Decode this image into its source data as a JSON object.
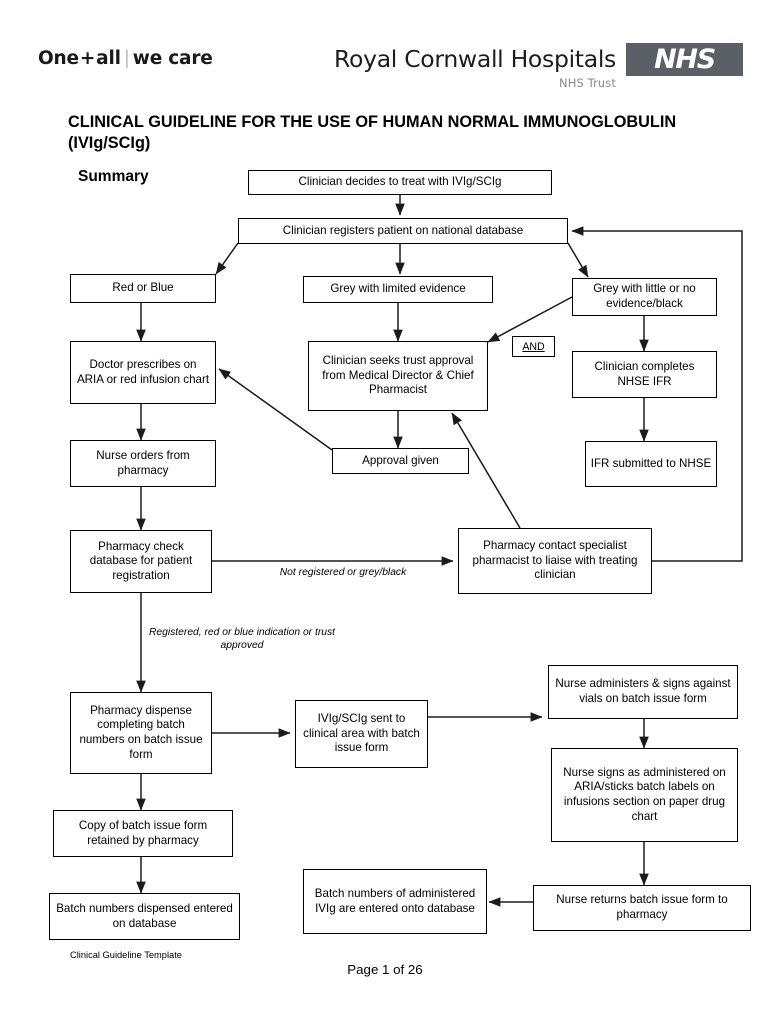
{
  "header": {
    "strapline_part1": "One",
    "strapline_plus": "+",
    "strapline_part2": "all",
    "strapline_sep": "|",
    "strapline_part3": "we care",
    "trust_name": "Royal Cornwall Hospitals",
    "trust_sub": "NHS Trust",
    "nhs_logo_text": "NHS",
    "nhs_logo_color": "#5a6066"
  },
  "document": {
    "title": "CLINICAL GUIDELINE FOR THE USE OF HUMAN NORMAL IMMUNOGLOBULIN (IVIg/SCIg)",
    "section_heading": "Summary"
  },
  "flowchart": {
    "type": "process-flow",
    "nodes": [
      {
        "id": "n1",
        "label": "Clinician decides to treat with IVIg/SCIg"
      },
      {
        "id": "n2",
        "label": "Clinician registers patient on national database"
      },
      {
        "id": "n3",
        "label": "Red or Blue"
      },
      {
        "id": "n4",
        "label": "Grey with limited evidence"
      },
      {
        "id": "n5",
        "label": "Grey with little or no evidence/black"
      },
      {
        "id": "n6",
        "label": "Doctor prescribes on ARIA or red infusion chart"
      },
      {
        "id": "n7",
        "label": "Clinician seeks trust approval from Medical Director & Chief Pharmacist"
      },
      {
        "id": "n8",
        "label": "Clinician completes NHSE IFR"
      },
      {
        "id": "n9",
        "label": "Nurse orders from pharmacy"
      },
      {
        "id": "n10",
        "label": "Approval given"
      },
      {
        "id": "n11",
        "label": "IFR submitted to NHSE"
      },
      {
        "id": "n12",
        "label": "Pharmacy check database for patient registration"
      },
      {
        "id": "n13",
        "label": "Pharmacy contact specialist pharmacist to liaise with treating clinician"
      },
      {
        "id": "n14",
        "label": "Pharmacy dispense completing batch numbers on batch issue form"
      },
      {
        "id": "n15",
        "label": "IVIg/SCIg sent to clinical area with batch issue form"
      },
      {
        "id": "n16",
        "label": "Nurse administers & signs against vials on batch issue form"
      },
      {
        "id": "n17",
        "label": "Nurse signs as administered on ARIA/sticks batch labels on infusions section on paper drug chart"
      },
      {
        "id": "n18",
        "label": "Copy of batch issue form retained by pharmacy"
      },
      {
        "id": "n19",
        "label": "Nurse returns batch issue form to pharmacy"
      },
      {
        "id": "n20",
        "label": "Batch numbers dispensed entered on database"
      },
      {
        "id": "n21",
        "label": "Batch numbers of administered IVIg are entered onto database"
      }
    ],
    "connector_label": "AND",
    "edge_labels": [
      {
        "id": "e1",
        "label": "Not registered or grey/black"
      },
      {
        "id": "e2",
        "label": "Registered, red or blue indication or trust approved"
      }
    ]
  },
  "footer": {
    "template_text": "Clinical Guideline Template",
    "page_text": "Page 1 of 26"
  }
}
